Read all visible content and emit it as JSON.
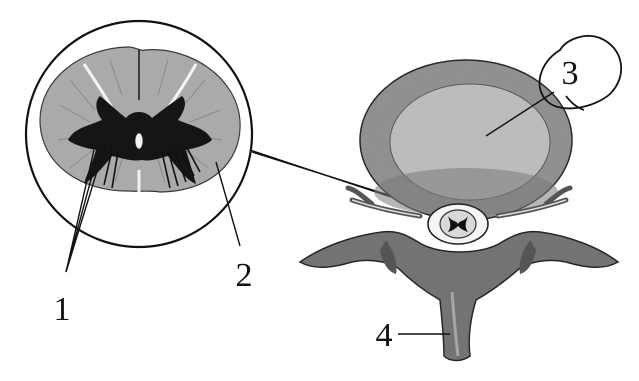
{
  "figure": {
    "labels": {
      "l1": "1",
      "l2": "2",
      "l3": "3",
      "l4": "4"
    },
    "colors": {
      "ink": "#111111",
      "white_matter": "#a9a9a9",
      "gray_matter": "#1a1a1a",
      "disc_outer": "#8c8c8c",
      "disc_inner": "#b9b9b9",
      "bone": "#6f6f6f"
    }
  }
}
